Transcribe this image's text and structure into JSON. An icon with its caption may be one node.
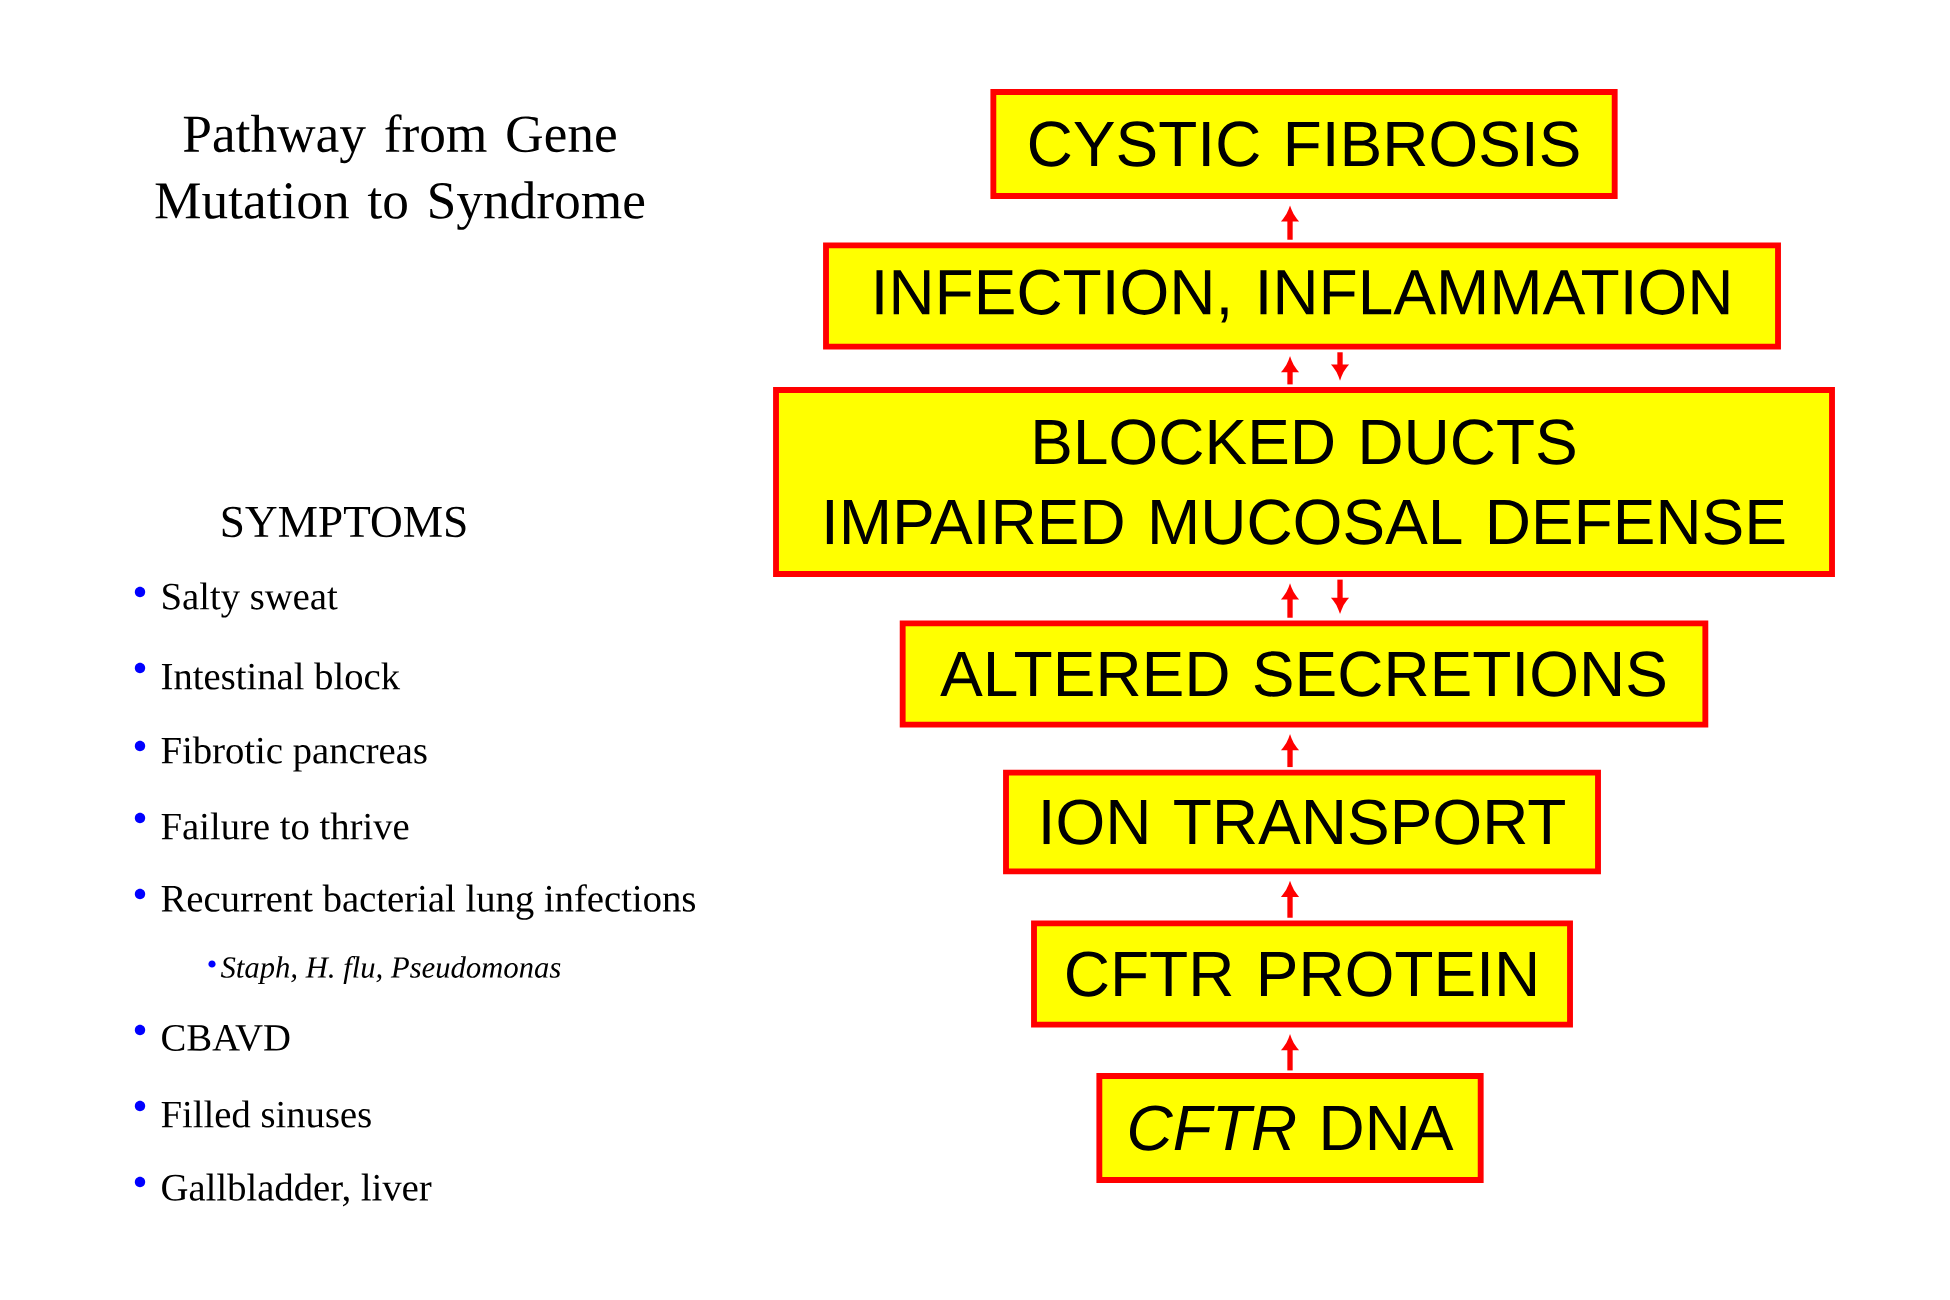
{
  "diagram": {
    "title": "Pathway from Gene Mutation to Syndrome",
    "nodes": [
      {
        "text": [
          "CYSTIC FIBROSIS"
        ]
      },
      {
        "text": [
          "INFECTION, INFLAMMATION"
        ]
      },
      {
        "text": [
          "BLOCKED DUCTS",
          "IMPAIRED MUCOSAL DEFENSE"
        ]
      },
      {
        "text": [
          "ALTERED SECRETIONS"
        ]
      },
      {
        "text": [
          "ION TRANSPORT"
        ]
      },
      {
        "text": [
          "CFTR PROTEIN"
        ]
      },
      {
        "text": [
          "*CFTR* DNA"
        ]
      }
    ],
    "edges": [
      {
        "from": 6,
        "to": 5,
        "arrow": "to"
      },
      {
        "from": 5,
        "to": 4,
        "arrow": "to"
      },
      {
        "from": 4,
        "to": 3,
        "arrow": "to"
      },
      {
        "from": 3,
        "to": 2,
        "arrow": "to"
      },
      {
        "from": 2,
        "to": 3,
        "arrow": "to"
      },
      {
        "from": 2,
        "to": 1,
        "arrow": "to"
      },
      {
        "from": 1,
        "to": 2,
        "arrow": "to"
      },
      {
        "from": 1,
        "to": 0,
        "arrow": "to"
      }
    ],
    "labels": [
      "SYMPTOMS",
      "Salty sweat",
      "Intestinal block",
      "Fibrotic pancreas",
      "Failure to thrive",
      "Recurrent bacterial lung infections",
      "Staph, H. flu, Pseudomonas",
      "CBAVD",
      "Filled sinuses",
      "Gallbladder, liver"
    ]
  }
}
